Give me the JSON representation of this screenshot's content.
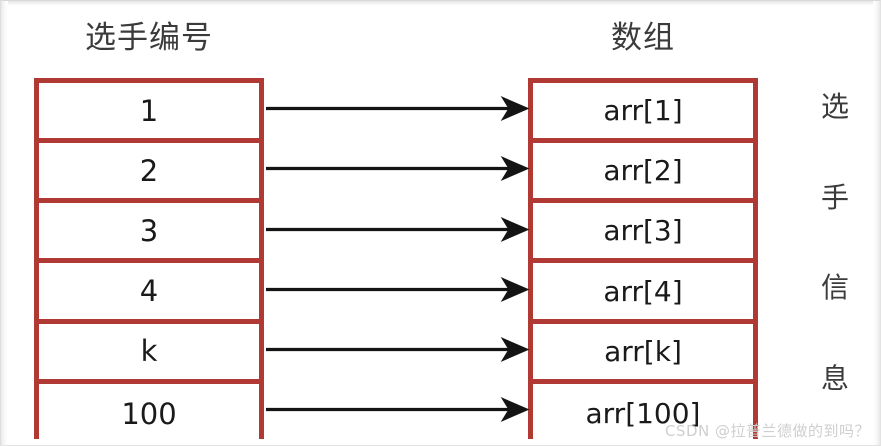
{
  "diagram": {
    "title_left": "选手编号",
    "title_right": "数组",
    "side_label_chars": [
      "选",
      "手",
      "信",
      "息"
    ],
    "left_column": [
      "1",
      "2",
      "3",
      "4",
      "k",
      "100"
    ],
    "right_column": [
      "arr[1]",
      "arr[2]",
      "arr[3]",
      "arr[4]",
      "arr[k]",
      "arr[100]"
    ],
    "arrow_count": 6,
    "colors": {
      "table_border": "#b03a33",
      "arrow": "#141414",
      "text": "#1a1a1a",
      "title_text": "#3b3b3b",
      "background": "#ffffff",
      "watermark_text": "#cfcfcf"
    }
  },
  "watermark": {
    "text": "CSDN @拉普兰德做的到吗？"
  }
}
